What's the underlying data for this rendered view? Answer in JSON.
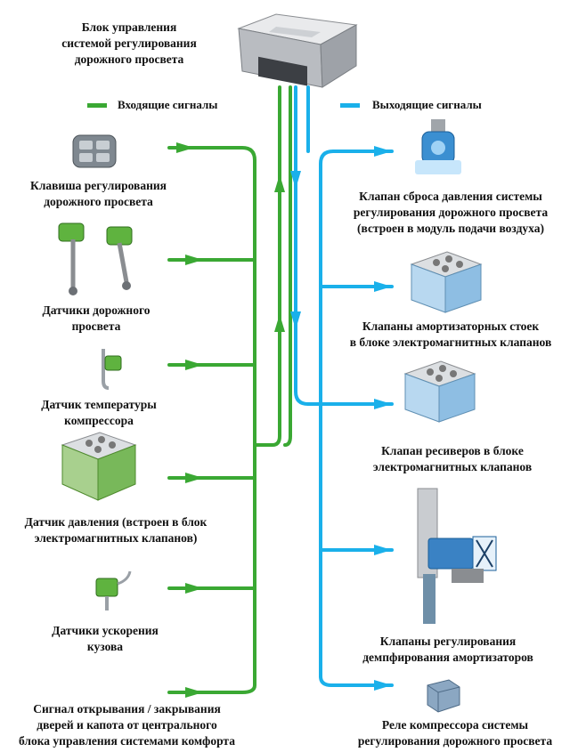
{
  "ecu": {
    "label": "Блок управления\nсистемой регулирования\nдорожного просвета"
  },
  "legend": {
    "incoming": {
      "label": "Входящие  сигналы",
      "color": "#3aa833"
    },
    "outgoing": {
      "label": "Выходящие  сигналы",
      "color": "#1ab0ea"
    }
  },
  "inputs": [
    {
      "label": "Клавиша регулирования\nдорожного просвета",
      "icon": "switch-icon"
    },
    {
      "label": "Датчики дорожного\nпросвета",
      "icon": "height-sensor-icon"
    },
    {
      "label": "Датчик температуры\nкомпрессора",
      "icon": "temperature-sensor-icon"
    },
    {
      "label": "Датчик давления (встроен в блок\nэлектромагнитных клапанов)",
      "icon": "pressure-sensor-icon"
    },
    {
      "label": "Датчики ускорения\nкузова",
      "icon": "acceleration-sensor-icon"
    },
    {
      "label": "Сигнал открывания / закрывания\nдверей и капота от центрального\nблока управления системами комфорта",
      "icon": ""
    }
  ],
  "outputs": [
    {
      "label": "Клапан сброса давления системы\nрегулирования дорожного просвета\n(встроен в модуль подачи воздуха)",
      "icon": "relief-valve-icon"
    },
    {
      "label": "Клапаны амортизаторных стоек\nв блоке электромагнитных клапанов",
      "icon": "valve-block-icon"
    },
    {
      "label": "Клапан ресиверов в блоке\nэлектромагнитных клапанов",
      "icon": "valve-block-icon"
    },
    {
      "label": "Клапаны регулирования\nдемпфирования амортизаторов",
      "icon": "damper-icon"
    },
    {
      "label": "Реле компрессора системы\nрегулирования дорожного просвета",
      "icon": "relay-icon"
    }
  ]
}
